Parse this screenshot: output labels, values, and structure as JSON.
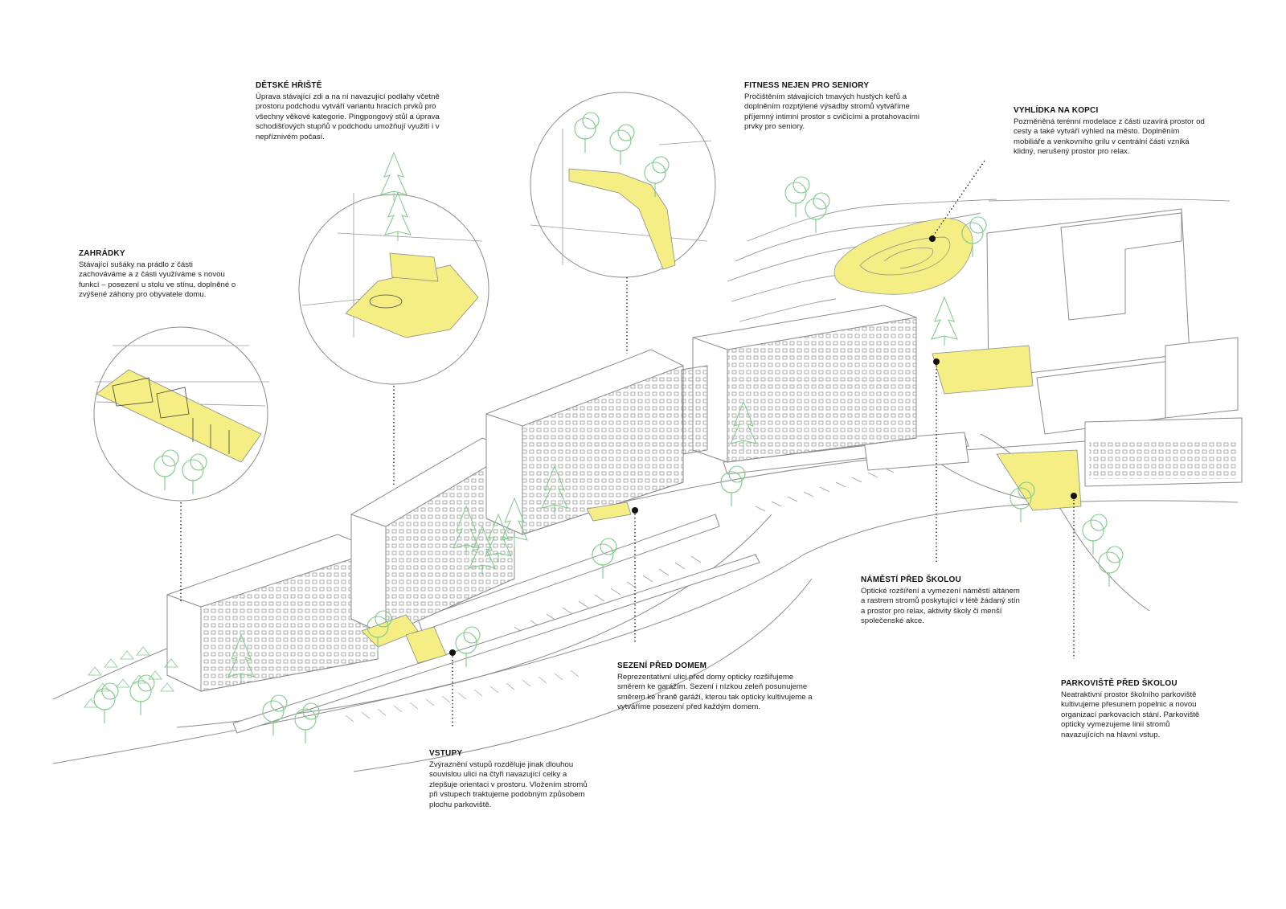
{
  "colors": {
    "highlight": "#f5ee84",
    "line": "#7a7a7a",
    "tree": "#7fc98a",
    "text": "#222222"
  },
  "callouts": {
    "detske_hriste": {
      "title": "DĚTSKÉ HŘIŠTĚ",
      "text": "Úprava stávající zdi a na ní navazující podlahy včetně prostoru podchodu vytváří variantu hracích prvků pro všechny věkové kategorie. Pingpongový stůl a úprava schodišťových stupňů v podchodu umožňují využití i v nepříznivém počasí."
    },
    "fitness": {
      "title": "FITNESS NEJEN PRO SENIORY",
      "text": "Pročištěním stávajících tmavých hustých keřů a doplněním rozptýlené výsadby stromů vytváříme příjemný intimní prostor s cvičícími a protahovacími prvky pro seniory."
    },
    "vyhlidka": {
      "title": "VYHLÍDKA NA KOPCI",
      "text": "Pozměněná terénní modelace z části uzavírá prostor od cesty a také vytváří výhled na město. Doplněním mobiliáře a venkovního grilu v centrální části vzniká klidný, nerušený prostor pro relax."
    },
    "zahradky": {
      "title": "ZAHRÁDKY",
      "text": "Stávající sušáky na prádlo z části zachováváme a z části využíváme s novou funkcí – posezení u stolu ve stínu, doplněné o zvýšené záhony pro obyvatele domu."
    },
    "namesti": {
      "title": "NÁMĚSTÍ PŘED ŠKOLOU",
      "text": "Optické rozšíření a vymezení náměstí altánem a rastrem stromů poskytující v létě žádaný stín a prostor pro relax, aktivity školy či menší společenské akce."
    },
    "sezeni": {
      "title": "SEZENÍ PŘED DOMEM",
      "text": "Reprezentativní ulici před domy opticky rozšiřujeme směrem ke garážím. Sezení i nízkou zeleň posunujeme směrem ke hraně garáží, kterou tak opticky kultivujeme a vytváříme posezení před každým domem."
    },
    "parkoviste": {
      "title": "PARKOVIŠTĚ PŘED ŠKOLOU",
      "text": "Neatraktivní prostor školního parkoviště kultivujeme přesunem popelnic a novou organizací parkovacích stání. Parkoviště opticky  vymezujeme linií stromů navazujících na hlavní vstup."
    },
    "vstupy": {
      "title": "VSTUPY",
      "text": "Zvýraznění vstupů rozděluje jinak dlouhou souvislou ulici na čtyři navazující celky a zlepšuje orientaci v prostoru. Vložením stromů při vstupech traktujeme podobným způsobem plochu parkoviště."
    }
  }
}
